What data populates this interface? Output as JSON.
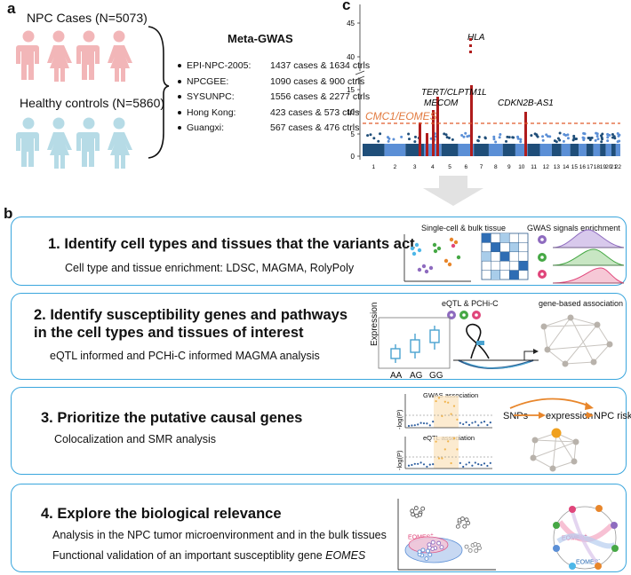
{
  "panel_a": {
    "letter": "a",
    "npc_cases_title": "NPC Cases (N=5073)",
    "healthy_controls_title": "Healthy controls (N=5860)",
    "meta_title": "Meta-GWAS",
    "cohorts": [
      {
        "name": "EPI-NPC-2005:",
        "detail": "1437 cases & 1634 ctrls"
      },
      {
        "name": "NPCGEE:",
        "detail": "1090 cases & 900 ctrls"
      },
      {
        "name": "SYSUNPC:",
        "detail": "1556 cases & 2277 ctrls"
      },
      {
        "name": "Hong Kong:",
        "detail": "423 cases & 573 ctrls"
      },
      {
        "name": "Guangxi:",
        "detail": "567 cases & 476 ctrls"
      }
    ],
    "colors": {
      "cases": "#f2b6b8",
      "controls": "#b6dbe6"
    }
  },
  "panel_c": {
    "letter": "c",
    "y_ticks_upper": [
      "45",
      "40"
    ],
    "y_ticks_lower": [
      "15",
      "10",
      "5",
      "0"
    ],
    "chromosomes": [
      "1",
      "2",
      "3",
      "4",
      "5",
      "6",
      "7",
      "8",
      "9",
      "10",
      "11",
      "12",
      "13",
      "14",
      "15",
      "16",
      "17",
      "18",
      "19",
      "20",
      "21",
      "22"
    ],
    "gene_labels": {
      "hla": "HLA",
      "tert": "TERT/CLPTM1L",
      "mecom": "MECOM",
      "cdkn2b": "CDKN2B-AS1",
      "cmc1": "CMC1/EOMES"
    },
    "colors": {
      "dark": "#1f4e79",
      "light": "#5b8fd6",
      "hit": "#b01c1c",
      "threshold": "#e05a2b",
      "cmc1": "#e27a3f"
    }
  },
  "panel_b": {
    "letter": "b",
    "steps": [
      {
        "title": "1. Identify cell types and tissues that the variants act",
        "subtitle": "Cell type and tissue enrichment: LDSC, MAGMA, RolyPoly",
        "labels": {
          "singlecell": "Single-cell & bulk tissue",
          "gwas_enrich": "GWAS signals enrichment"
        }
      },
      {
        "title": "2. Identify susceptibility genes and pathways",
        "title2": "in the cell types and tissues of interest",
        "subtitle": "eQTL informed and PCHi-C informed MAGMA analysis",
        "labels": {
          "eqtl": "eQTL & PCHi-C",
          "gene_based": "gene-based association",
          "expression": "Expression",
          "genotypes": [
            "AA",
            "AG",
            "GG"
          ]
        }
      },
      {
        "title": "3. Prioritize the putative causal genes",
        "subtitle": "Colocalization and SMR analysis",
        "labels": {
          "gwas_assoc": "GWAS association",
          "eqtl_assoc": "eQTL association",
          "logp": "-log(P)",
          "snps": "SNPs",
          "expression": "expression",
          "npc_risk": "NPC risk"
        }
      },
      {
        "title": "4. Explore the biological relevance",
        "subtitle": "Analysis in the NPC tumor microenvironment and in the bulk tissues",
        "subtitle2_prefix": "Functional validation of an important susceptiblity gene ",
        "subtitle2_gene": "EOMES",
        "labels": {
          "eomes_pos": "EOMES",
          "eomes_neg": "EOMES"
        }
      }
    ],
    "colors": {
      "border": "#3aa6dd",
      "purple": "#8e6bbf",
      "green": "#46a845",
      "pink": "#e0457a",
      "orange": "#e8862b",
      "teal": "#37a6c9"
    }
  }
}
